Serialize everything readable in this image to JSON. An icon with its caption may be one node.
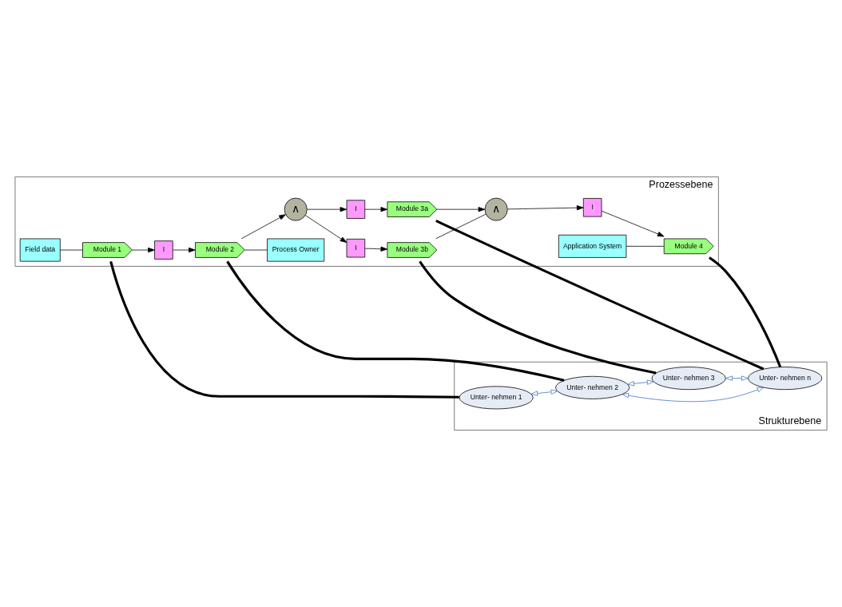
{
  "diagram": {
    "nodes": [
      {
        "text": [
          "Prozessebene"
        ]
      },
      {
        "text": [
          "Field data"
        ],
        "in": 0
      },
      {
        "text": [
          "Module 1"
        ],
        "in": 0
      },
      {
        "text": [
          "I"
        ],
        "in": 0
      },
      {
        "text": [
          "Module 2"
        ],
        "in": 0
      },
      {
        "text": [
          "Process Owner"
        ],
        "in": 0
      },
      {
        "text": [
          "∧"
        ],
        "in": 0
      },
      {
        "text": [
          "I"
        ],
        "in": 0
      },
      {
        "text": [
          "Module 3a"
        ],
        "in": 0
      },
      {
        "text": [
          "I"
        ],
        "in": 0
      },
      {
        "text": [
          "Module 3b"
        ],
        "in": 0
      },
      {
        "text": [
          "∧"
        ],
        "in": 0
      },
      {
        "text": [
          "I"
        ],
        "in": 0
      },
      {
        "text": [
          "Application System"
        ],
        "in": 0
      },
      {
        "text": [
          "Module 4"
        ],
        "in": 0
      },
      {
        "text": [
          "Strukturebene"
        ]
      },
      {
        "text": [
          "Unter- nehmen 1"
        ],
        "in": 15
      },
      {
        "text": [
          "Unter- nehmen 2"
        ],
        "in": 15
      },
      {
        "text": [
          "Unter- nehmen 3"
        ],
        "in": 15
      },
      {
        "text": [
          "Unter- nehmen n"
        ],
        "in": 15
      }
    ],
    "edges": [
      {
        "from": 1,
        "to": 2,
        "arrow": "none"
      },
      {
        "from": 2,
        "to": 3,
        "arrow": "to"
      },
      {
        "from": 3,
        "to": 4,
        "arrow": "to"
      },
      {
        "from": 4,
        "to": 5,
        "arrow": "none"
      },
      {
        "from": 4,
        "to": 6,
        "arrow": "to"
      },
      {
        "from": 6,
        "to": 7,
        "arrow": "to"
      },
      {
        "from": 7,
        "to": 8,
        "arrow": "to"
      },
      {
        "from": 6,
        "to": 9,
        "arrow": "to"
      },
      {
        "from": 9,
        "to": 10,
        "arrow": "to"
      },
      {
        "from": 8,
        "to": 11,
        "arrow": "to"
      },
      {
        "from": 10,
        "to": 11,
        "arrow": "none"
      },
      {
        "from": 11,
        "to": 12,
        "arrow": "to"
      },
      {
        "from": 12,
        "to": 14,
        "arrow": "to"
      },
      {
        "from": 13,
        "to": 14,
        "arrow": "none"
      },
      {
        "from": 2,
        "to": 16,
        "arrow": "none",
        "style": "thick"
      },
      {
        "from": 4,
        "to": 17,
        "arrow": "none",
        "style": "thick"
      },
      {
        "from": 10,
        "to": 18,
        "arrow": "none",
        "style": "thick"
      },
      {
        "from": 8,
        "to": 19,
        "arrow": "none",
        "style": "thick"
      },
      {
        "from": 14,
        "to": 19,
        "arrow": "none",
        "style": "thick"
      },
      {
        "from": 16,
        "to": 17,
        "arrow": "both",
        "color": "#4472c4"
      },
      {
        "from": 17,
        "to": 19,
        "arrow": "both",
        "color": "#4472c4"
      },
      {
        "from": 17,
        "to": 18,
        "arrow": "both",
        "color": "#4472c4"
      },
      {
        "from": 18,
        "to": 19,
        "arrow": "both",
        "color": "#4472c4"
      }
    ]
  }
}
